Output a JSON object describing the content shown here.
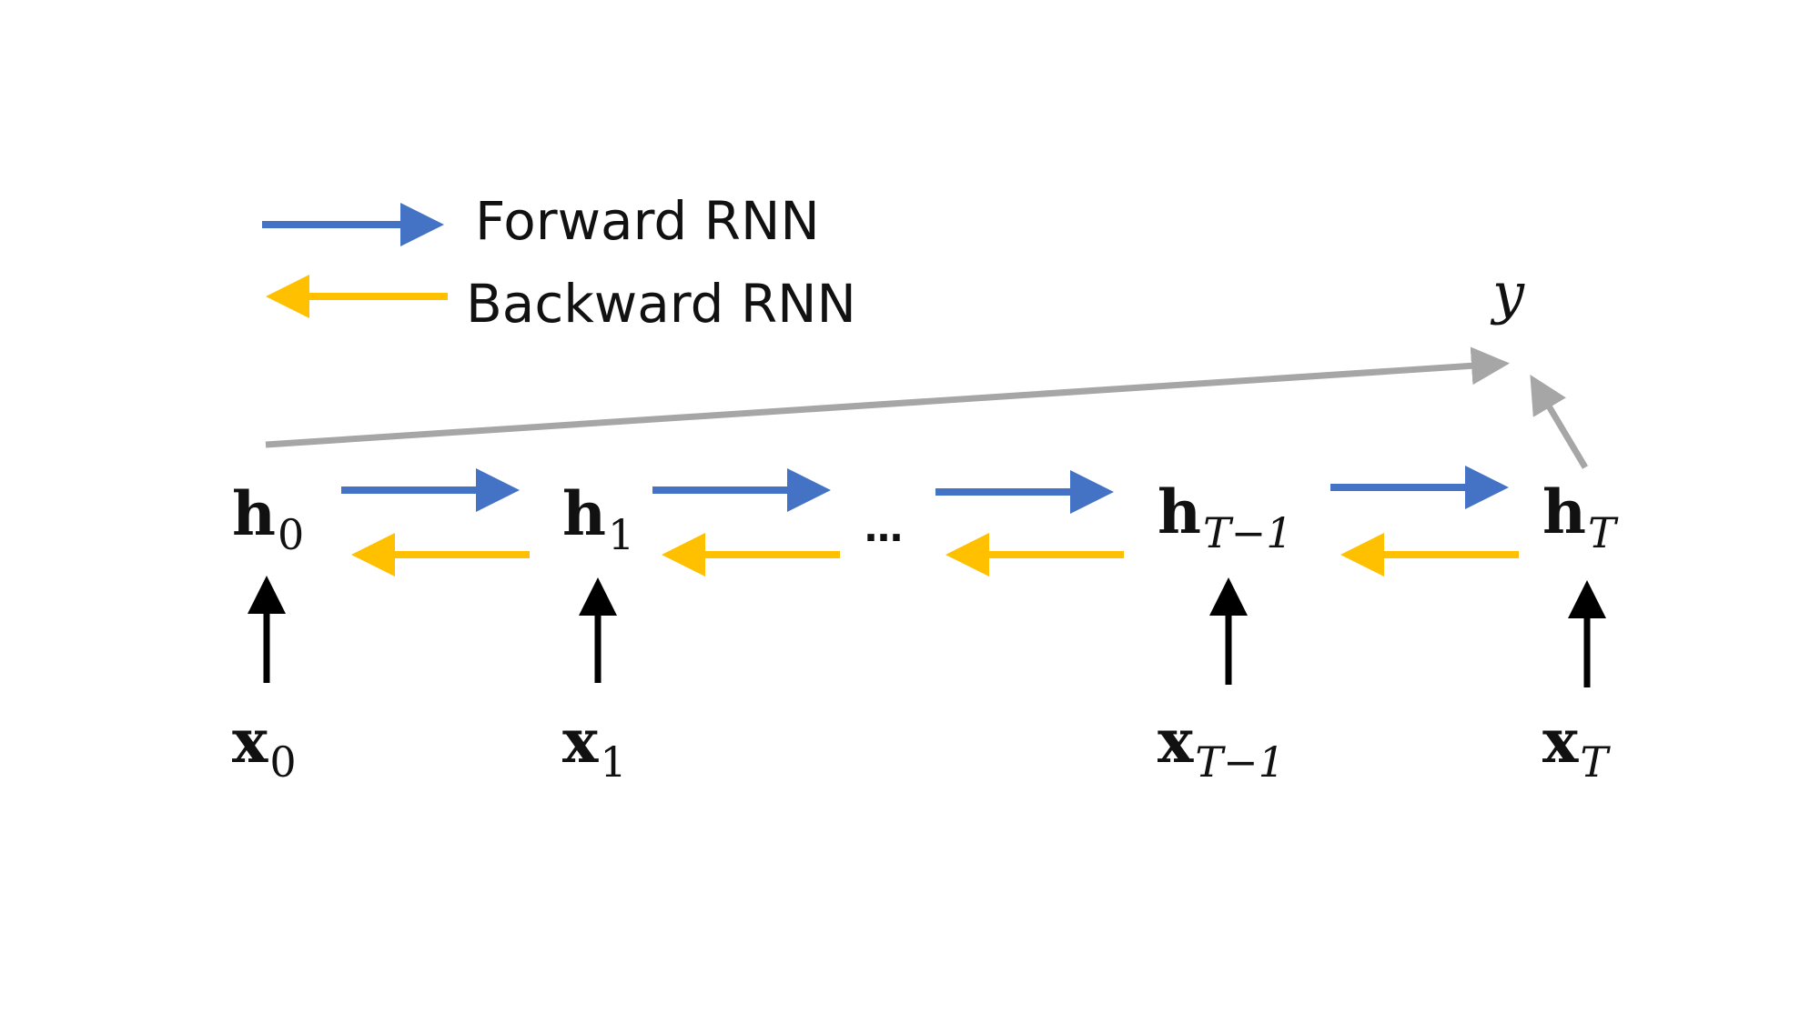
{
  "colors": {
    "forward": "#4472C4",
    "backward": "#FFC000",
    "output": "#A6A6A6",
    "input": "#000000"
  },
  "legend": {
    "forward_label": "Forward RNN",
    "backward_label": "Backward RNN"
  },
  "output_label": "y",
  "hidden_nodes": [
    {
      "base": "h",
      "sub": "0",
      "sub_italic": false
    },
    {
      "base": "h",
      "sub": "1",
      "sub_italic": false
    },
    {
      "base": "h",
      "sub": "T−1",
      "sub_italic": true
    },
    {
      "base": "h",
      "sub": "T",
      "sub_italic": true
    }
  ],
  "input_nodes": [
    {
      "base": "x",
      "sub": "0",
      "sub_italic": false
    },
    {
      "base": "x",
      "sub": "1",
      "sub_italic": false
    },
    {
      "base": "x",
      "sub": "T−1",
      "sub_italic": true
    },
    {
      "base": "x",
      "sub": "T",
      "sub_italic": true
    }
  ],
  "ellipsis": "…"
}
